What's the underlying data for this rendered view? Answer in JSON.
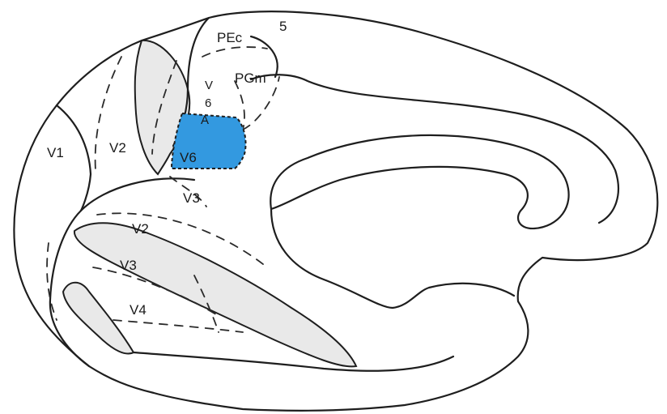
{
  "diagram": {
    "highlight_color": "#3399e0",
    "outline_color": "#1e1e1e",
    "sulcus_shade_color": "#e9e9e9"
  },
  "labels": {
    "pec": "PEc",
    "area5": "5",
    "pgm": "PGm",
    "v6a_v": "V",
    "v6a_6": "6",
    "v6a_a": "A",
    "v6": "V6",
    "v1": "V1",
    "v2_upper": "V2",
    "v3_upper": "V3",
    "v2_lower": "V2",
    "v3_lower": "V3",
    "v4": "V4"
  }
}
